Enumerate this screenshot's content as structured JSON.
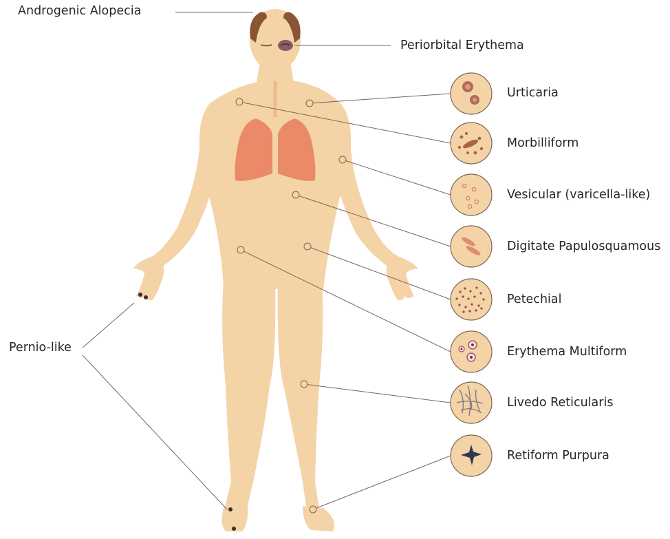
{
  "labels": {
    "alopecia": "Androgenic Alopecia",
    "periorbital": "Periorbital Erythema",
    "pernio": "Pernio-like"
  },
  "lesions": [
    {
      "label": "Urticaria",
      "icon": "urticaria-icon"
    },
    {
      "label": "Morbilliform",
      "icon": "morbilliform-icon"
    },
    {
      "label": "Vesicular (varicella-like)",
      "icon": "vesicular-icon"
    },
    {
      "label": "Digitate Papulosquamous",
      "icon": "digitate-papulosquamous-icon"
    },
    {
      "label": "Petechial",
      "icon": "petechial-icon"
    },
    {
      "label": "Erythema Multiform",
      "icon": "erythema-multiform-icon"
    },
    {
      "label": "Livedo Reticularis",
      "icon": "livedo-reticularis-icon"
    },
    {
      "label": "Retiform Purpura",
      "icon": "retiform-purpura-icon"
    }
  ],
  "colors": {
    "skin": "#f4d3a7",
    "skin_shadow": "#e8bd8a",
    "hair": "#8a5532",
    "lung": "#ea8a68",
    "lesion": "#b26b54",
    "line": "#7d6558",
    "purpura": "#2e3a4e"
  }
}
